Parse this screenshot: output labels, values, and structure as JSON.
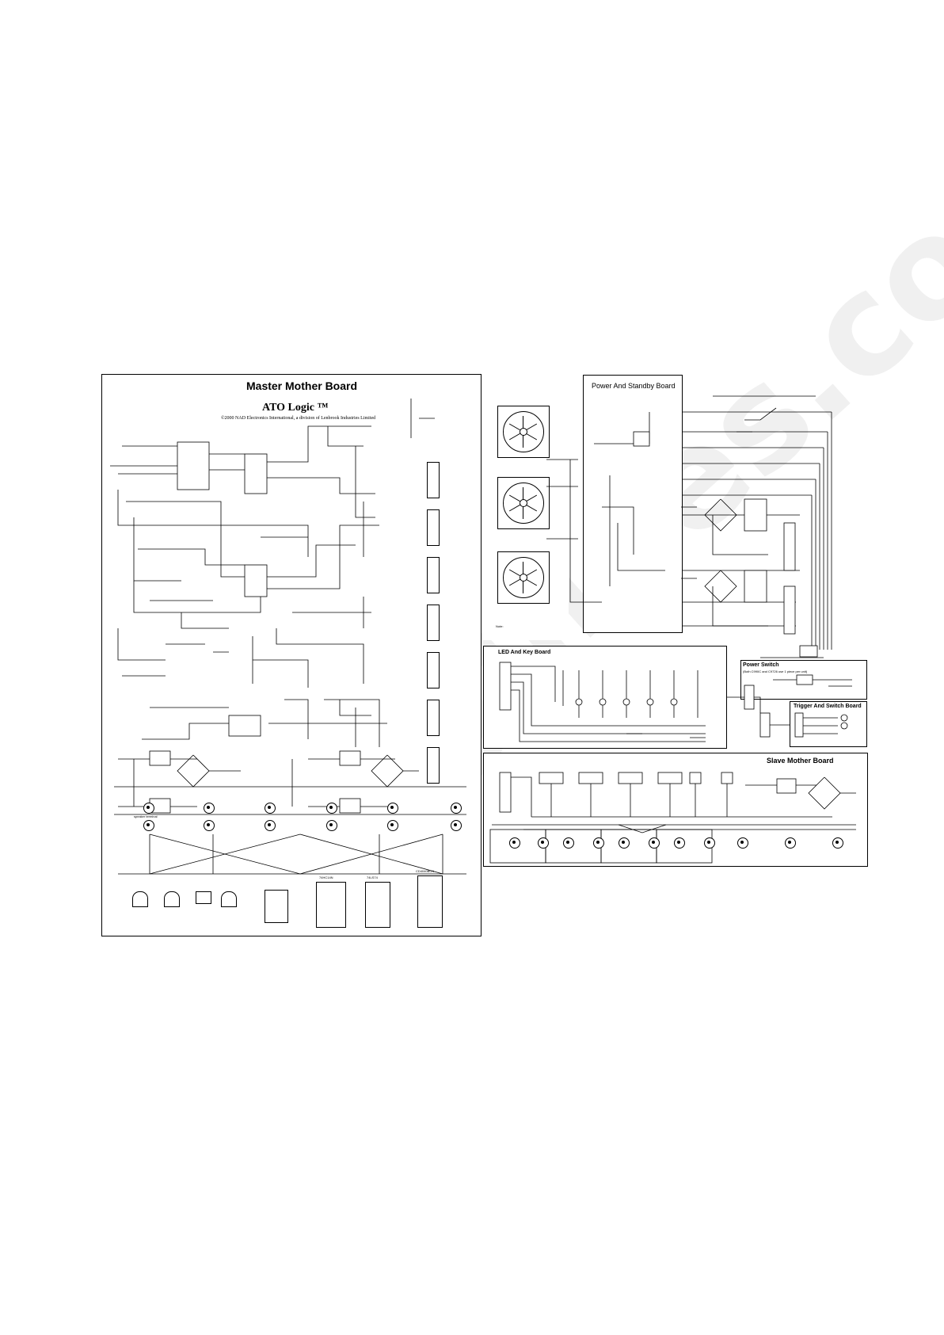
{
  "master": {
    "title": "Master Mother Board",
    "logic_title": "ATO Logic ™",
    "copyright": "©2000 NAD Electronics International, a division of Lenbrook Industries Limited"
  },
  "power": {
    "title": "Power And Standby Board",
    "note": "Note:"
  },
  "led": {
    "title": "LED And Key Board"
  },
  "switch": {
    "title": "Power Switch",
    "subtitle": "(Both C990C and C9726 use 1 piece per unit)"
  },
  "trigger": {
    "title": "Trigger And Switch Board"
  },
  "slave": {
    "title": "Slave Mother Board"
  },
  "ic_labels": {
    "ic1": "74LS74",
    "ic2": "CD4040BCN",
    "ic3": "74HC14N"
  },
  "speaker_label": "speaker terminal",
  "watermark": "all-guides.com"
}
